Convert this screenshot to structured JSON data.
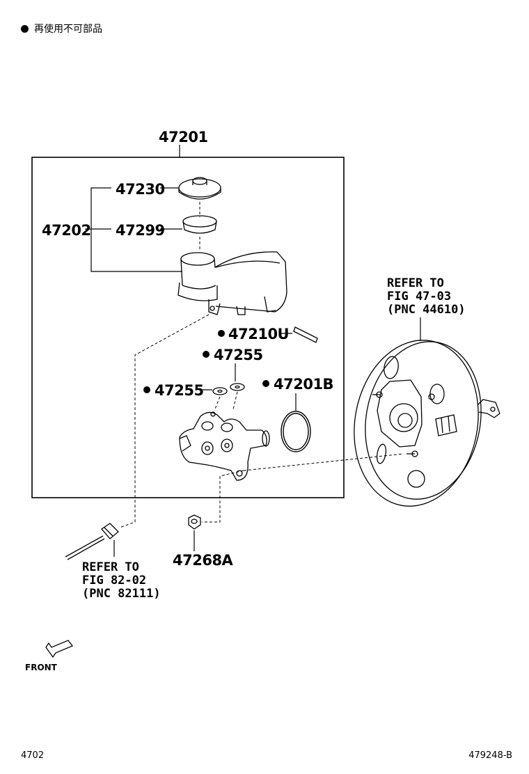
{
  "legend": {
    "text": "再使用不可部品"
  },
  "parts": {
    "p47201": "47201",
    "p47230": "47230",
    "p47202": "47202",
    "p47299": "47299",
    "p47210U": "47210U",
    "p47255a": "47255",
    "p47255b": "47255",
    "p47201B": "47201B",
    "p47268A": "47268A"
  },
  "refs": {
    "booster": [
      "REFER TO",
      "FIG 47-03",
      "(PNC 44610)"
    ],
    "line": [
      "REFER TO",
      "FIG 82-02",
      "(PNC 82111)"
    ]
  },
  "front_label": "FRONT",
  "footer": {
    "left": "4702",
    "right": "479248-B"
  }
}
